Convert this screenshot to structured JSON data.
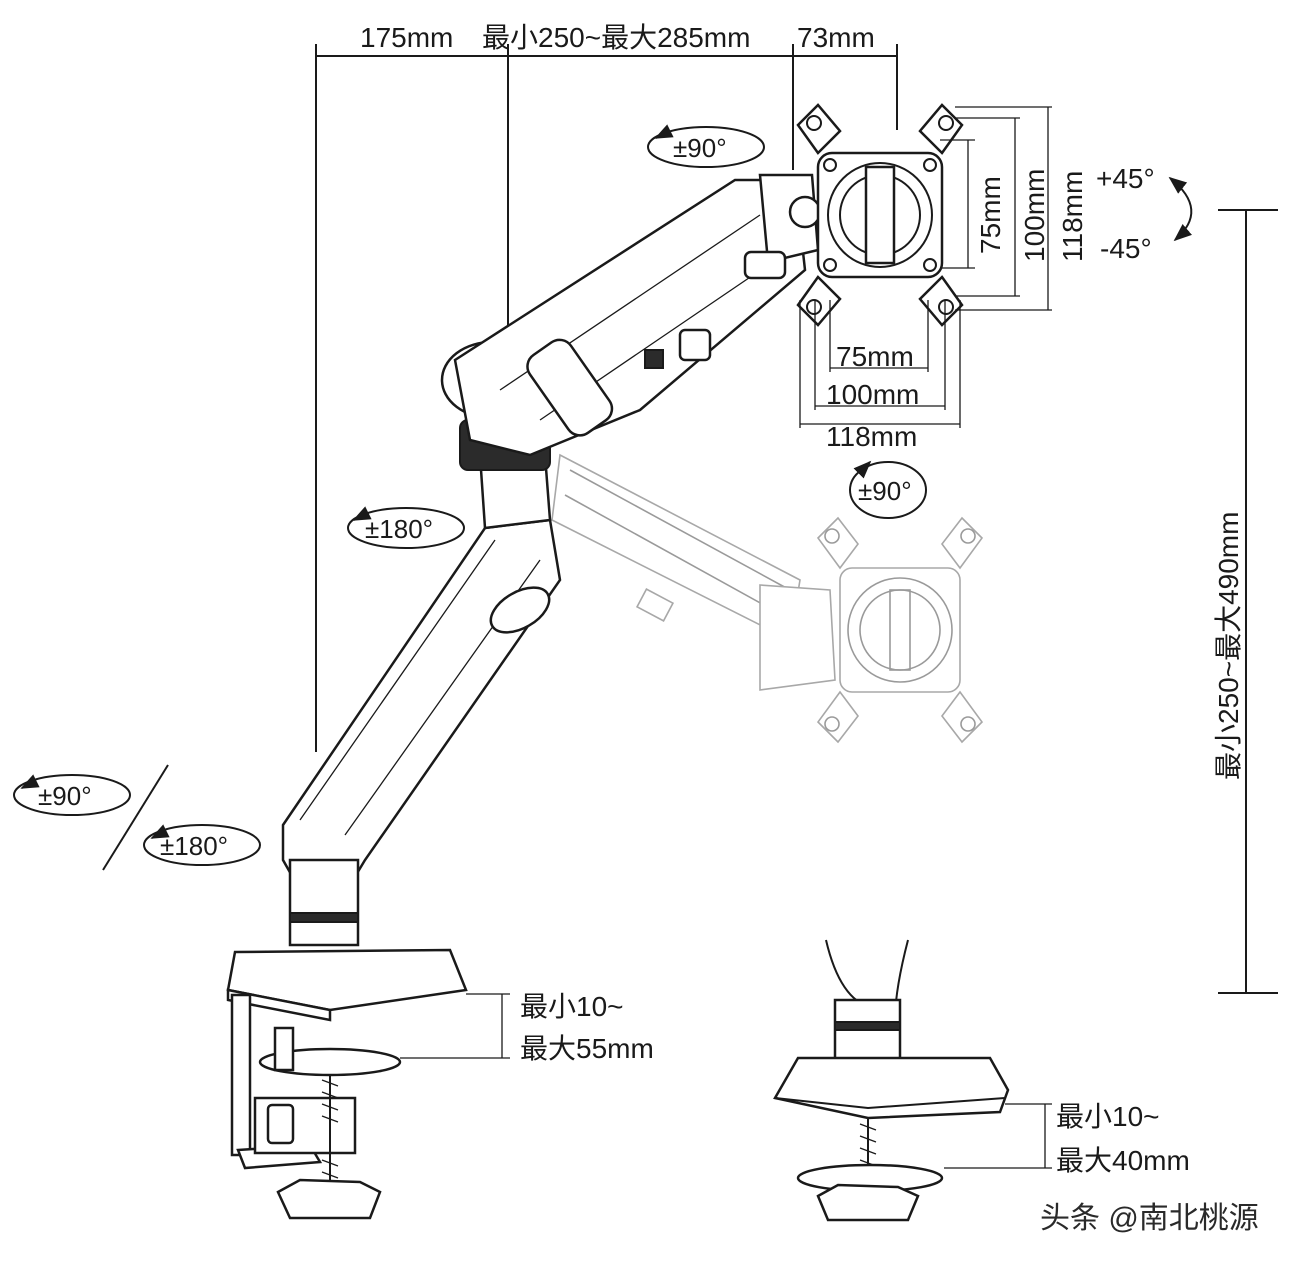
{
  "top_dims": {
    "left": "175mm",
    "middle": "最小250~最大285mm",
    "right": "73mm"
  },
  "vesa_vertical": {
    "d75": "75mm",
    "d100": "100mm",
    "d118": "118mm"
  },
  "vesa_horizontal": {
    "d75": "75mm",
    "d100": "100mm",
    "d118": "118mm"
  },
  "tilt": {
    "plus": "+45°",
    "minus": "-45°"
  },
  "rotations": {
    "head_swivel": "±90°",
    "screen_rotate": "±90°",
    "elbow": "±180°",
    "base_tilt": "±90°",
    "base_swivel": "±180°"
  },
  "height_range": "最小250~最大490mm",
  "clamp_c": {
    "line1": "最小10~",
    "line2": "最大55mm"
  },
  "clamp_grommet": {
    "line1": "最小10~",
    "line2": "最大40mm"
  },
  "watermark": "头条 @南北桃源"
}
